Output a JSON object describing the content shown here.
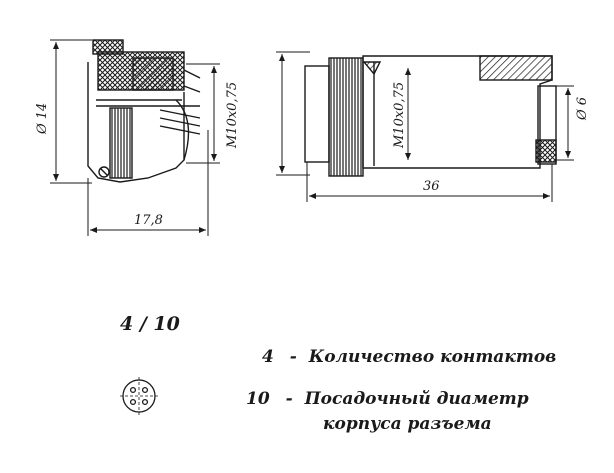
{
  "drawing": {
    "dim_diameter_14": "Ø 14",
    "dim_thread_left": "M10x0,75",
    "dim_length_178": "17,8",
    "dim_thread_right": "M10x0,75",
    "dim_length_36": "36",
    "dim_diameter_6": "Ø 6"
  },
  "legend": {
    "code": "4 / 10",
    "contacts_number": "4",
    "contacts_dash": "-",
    "contacts_text": "Количество контактов",
    "diameter_number": "10",
    "diameter_dash": "-",
    "diameter_text_line1": "Посадочный диаметр",
    "diameter_text_line2": "корпуса разъема"
  }
}
